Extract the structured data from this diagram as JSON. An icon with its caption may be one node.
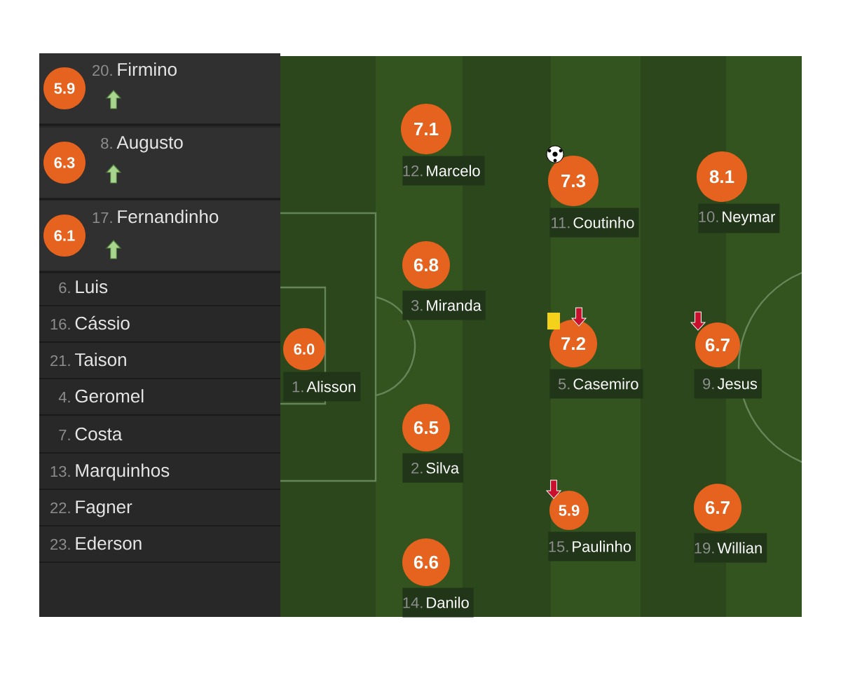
{
  "diagram": {
    "nodes": [
      {
        "text": [
          "5.9"
        ],
        "beside": [
          "20.",
          "Firmino"
        ]
      },
      {
        "text": [
          "6.3"
        ],
        "beside": [
          "8.",
          "Augusto"
        ]
      },
      {
        "text": [
          "6.1"
        ],
        "beside": [
          "17.",
          "Fernandinho"
        ]
      },
      {
        "text": [
          "6.0"
        ],
        "beside": [
          "1.",
          "Alisson"
        ]
      },
      {
        "text": [
          "7.1"
        ],
        "beside": [
          "12.",
          "Marcelo"
        ]
      },
      {
        "text": [
          "6.8"
        ],
        "beside": [
          "3.",
          "Miranda"
        ]
      },
      {
        "text": [
          "6.5"
        ],
        "beside": [
          "2.",
          "Silva"
        ]
      },
      {
        "text": [
          "6.6"
        ],
        "beside": [
          "14.",
          "Danilo"
        ]
      },
      {
        "text": [
          "7.3"
        ],
        "beside": [
          "11.",
          "Coutinho"
        ]
      },
      {
        "text": [
          "7.2"
        ],
        "beside": [
          "5.",
          "Casemiro"
        ]
      },
      {
        "text": [
          "5.9"
        ],
        "beside": [
          "15.",
          "Paulinho"
        ]
      },
      {
        "text": [
          "8.1"
        ],
        "beside": [
          "10.",
          "Neymar"
        ]
      },
      {
        "text": [
          "6.7"
        ],
        "beside": [
          "9.",
          "Jesus"
        ]
      },
      {
        "text": [
          "6.7"
        ],
        "beside": [
          "19.",
          "Willian"
        ]
      }
    ],
    "labels": [
      "6.",
      "Luis",
      "16.",
      "Cássio",
      "21.",
      "Taison",
      "4.",
      "Geromel",
      "7.",
      "Costa",
      "13.",
      "Marquinhos",
      "22.",
      "Fagner",
      "23.",
      "Ederson"
    ]
  }
}
